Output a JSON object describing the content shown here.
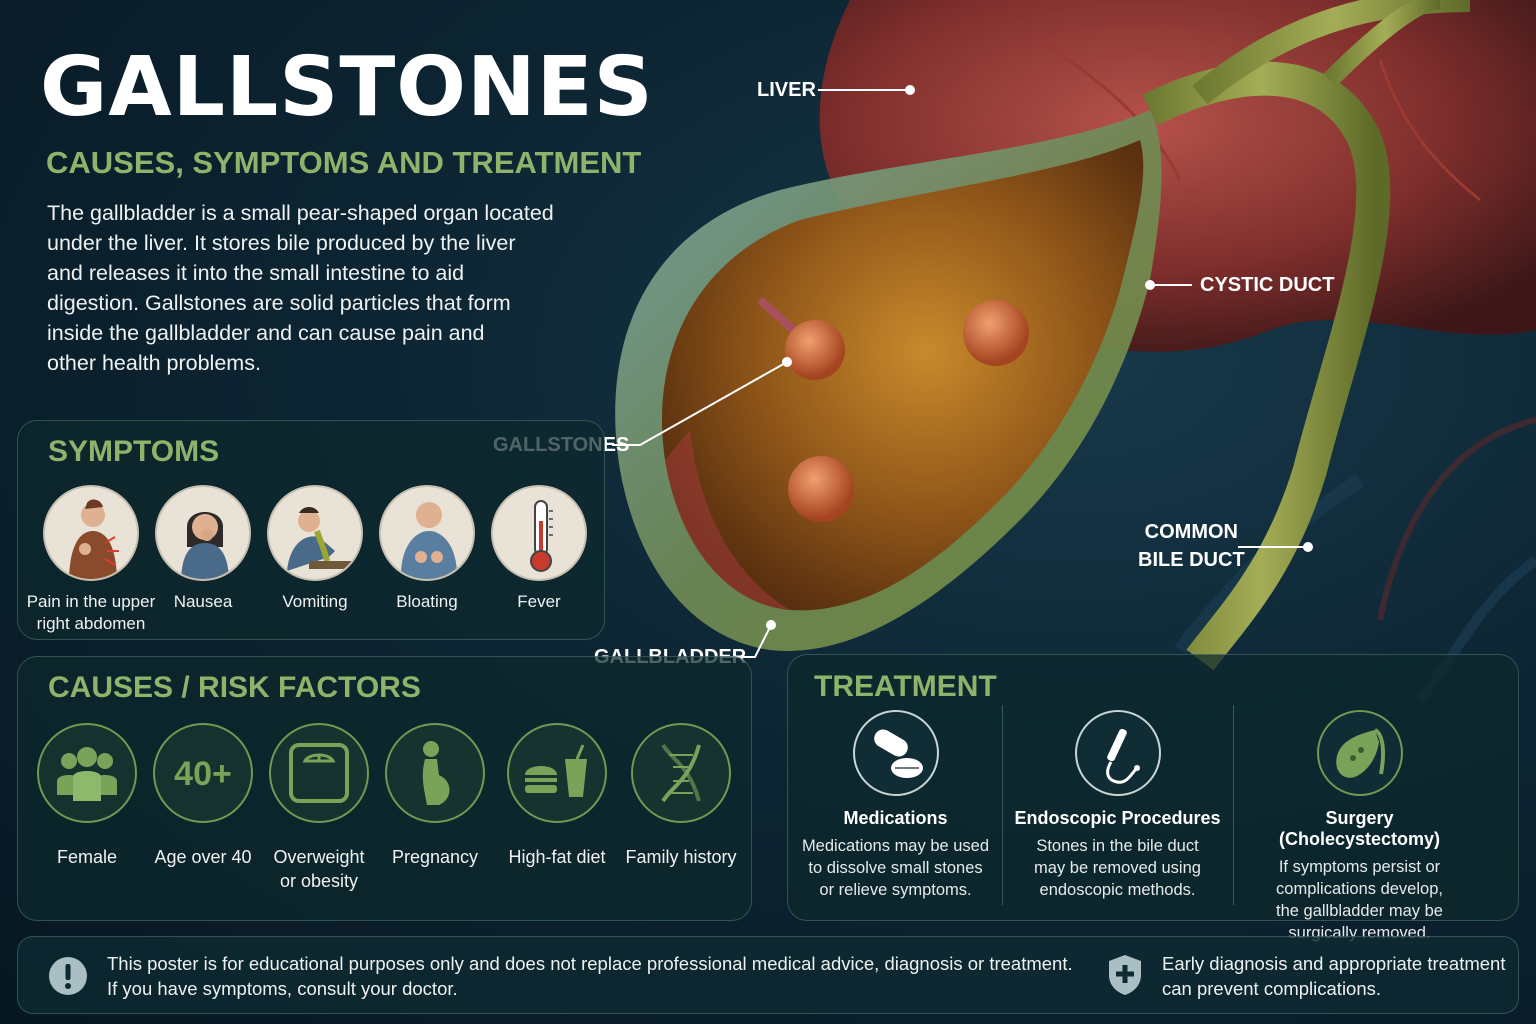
{
  "header": {
    "title": "GALLSTONES",
    "subtitle": "CAUSES, SYMPTOMS AND TREATMENT",
    "intro_lines": [
      "The gallbladder is a small pear-shaped organ located",
      "under the liver. It stores bile produced by the liver",
      "and releases it into the small intestine to aid",
      "digestion. Gallstones are solid particles that form",
      "inside the gallbladder and can cause pain and",
      "other health problems."
    ]
  },
  "anatomy": {
    "liver": "LIVER",
    "cystic_duct": "CYSTIC DUCT",
    "gallstones": "GALLSTONES",
    "common_bile_duct_line1": "COMMON",
    "common_bile_duct_line2": "BILE DUCT",
    "gallbladder": "GALLBLADDER"
  },
  "symptoms": {
    "title": "SYMPTOMS",
    "items": [
      {
        "label_line1": "Pain in the upper",
        "label_line2": "right abdomen",
        "icon": "person-pain-icon"
      },
      {
        "label_line1": "Nausea",
        "label_line2": "",
        "icon": "person-nausea-icon"
      },
      {
        "label_line1": "Vomiting",
        "label_line2": "",
        "icon": "person-vomiting-icon"
      },
      {
        "label_line1": "Bloating",
        "label_line2": "",
        "icon": "person-bloating-icon"
      },
      {
        "label_line1": "Fever",
        "label_line2": "",
        "icon": "thermometer-icon"
      }
    ]
  },
  "causes": {
    "title": "CAUSES / RISK FACTORS",
    "items": [
      {
        "label_line1": "Female",
        "label_line2": "",
        "icon": "group-people-icon"
      },
      {
        "label_line1": "Age over 40",
        "label_line2": "",
        "icon": "age-40-icon",
        "icon_text": "40+"
      },
      {
        "label_line1": "Overweight",
        "label_line2": "or obesity",
        "icon": "scale-icon"
      },
      {
        "label_line1": "Pregnancy",
        "label_line2": "",
        "icon": "pregnancy-icon"
      },
      {
        "label_line1": "High-fat diet",
        "label_line2": "",
        "icon": "burger-drink-icon"
      },
      {
        "label_line1": "Family history",
        "label_line2": "",
        "icon": "dna-icon"
      }
    ]
  },
  "treatment": {
    "title": "TREATMENT",
    "items": [
      {
        "heading": "Medications",
        "icon": "pills-icon",
        "desc": [
          "Medications may be used",
          "to dissolve small stones",
          "or relieve symptoms."
        ]
      },
      {
        "heading": "Endoscopic Procedures",
        "icon": "endoscope-icon",
        "desc": [
          "Stones in the bile duct",
          "may be removed using",
          "endoscopic methods."
        ]
      },
      {
        "heading": "Surgery (Cholecystectomy)",
        "icon": "gallbladder-icon",
        "desc": [
          "If symptoms persist or",
          "complications develop,",
          "the gallbladder may be",
          "surgically removed."
        ]
      }
    ]
  },
  "footer": {
    "disclaimer_line1": "This poster is for educational purposes only and does not replace professional medical advice, diagnosis or treatment.",
    "disclaimer_line2": "If you have symptoms, consult your doctor.",
    "prevention_line1": "Early diagnosis and appropriate treatment",
    "prevention_line2": "can prevent complications."
  },
  "colors": {
    "accent_green": "#8fb36a",
    "background": "#0d2533"
  }
}
